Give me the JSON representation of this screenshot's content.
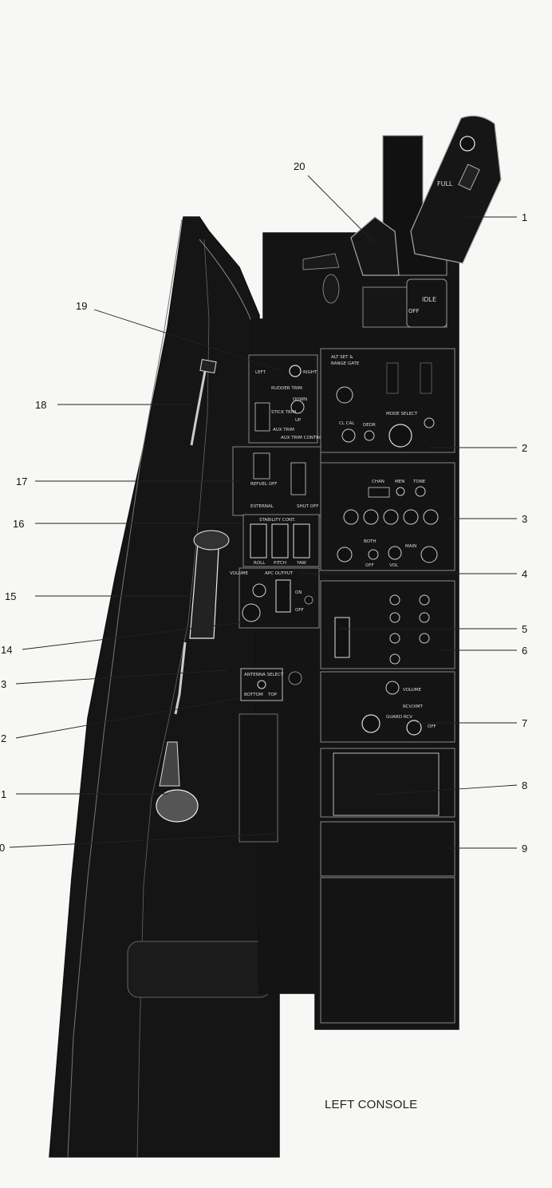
{
  "caption": "LEFT CONSOLE",
  "callouts": [
    "1",
    "2",
    "3",
    "4",
    "5",
    "6",
    "7",
    "8",
    "9",
    "0",
    "1",
    "2",
    "3",
    "14",
    "15",
    "16",
    "17",
    "18",
    "19",
    "20"
  ],
  "throttle": {
    "full": "FULL",
    "idle": "IDLE",
    "off": "OFF"
  },
  "panels": {
    "trim": {
      "left": "LEFT",
      "right": "RIGHT",
      "title": "RUDDER TRIM",
      "stick_trim": "STICK TRIM",
      "aux_trim": "AUX TRIM",
      "aux_trim_control": "AUX TRIM CONTROL",
      "down": "DOWN",
      "up": "UP"
    },
    "radar": {
      "alt_set": "ALT SET &",
      "range_gate": "RANGE GATE",
      "mode_select": "MODE SELECT",
      "cl_cal": "CL CAL",
      "dedr": "DEDR"
    },
    "refuel": {
      "refuel_off": "REFUEL OFF",
      "external": "EXTERNAL",
      "shut_off": "SHUT OFF"
    },
    "stability": {
      "title": "STABILITY CONT.",
      "roll": "ROLL",
      "pitch": "PITCH",
      "yaw": "YAW"
    },
    "apc": {
      "title": "APC OUTPUT",
      "volume": "VOLUME",
      "on": "ON",
      "off": "OFF"
    },
    "comm": {
      "chan": "CHAN",
      "men": "MEN",
      "tone": "TONE",
      "main": "MAIN",
      "both": "BOTH",
      "vol": "VOL",
      "off": "OFF"
    },
    "antenna": {
      "title": "ANTENNA SELECT",
      "bottom": "BOTTOM",
      "top": "TOP"
    },
    "uhf": {
      "volume": "VOLUME",
      "rcv_xmt": "RCV/XMT",
      "guard_rcv": "GUARD RCV",
      "off": "OFF"
    }
  }
}
